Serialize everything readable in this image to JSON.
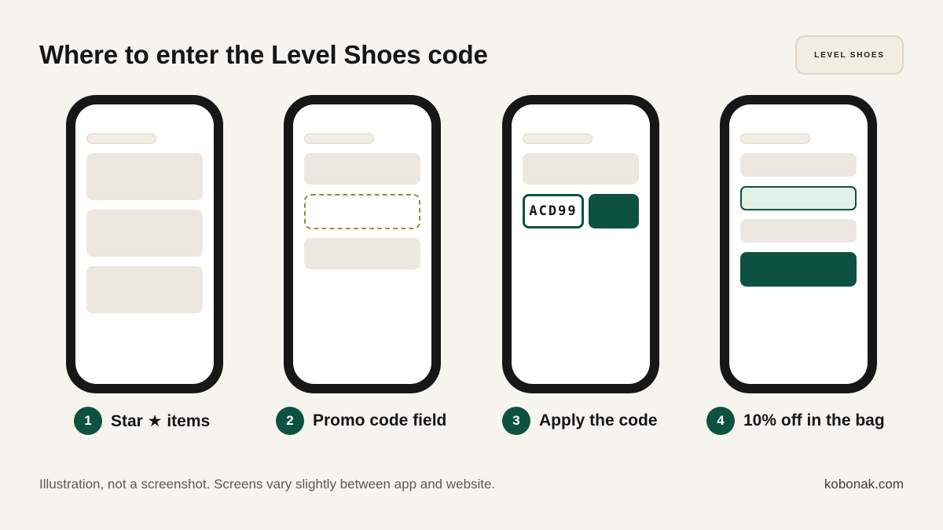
{
  "title": "Where to enter the Level Shoes code",
  "brand_badge": "LEVEL SHOES",
  "phones": {
    "p3": {
      "code_value": "ACD99"
    }
  },
  "steps": [
    {
      "number": "1",
      "label": "Star ★ items"
    },
    {
      "number": "2",
      "label": "Promo code field"
    },
    {
      "number": "3",
      "label": "Apply the code"
    },
    {
      "number": "4",
      "label": "10% off in the bag"
    }
  ],
  "footer": {
    "note": "Illustration, not a screenshot. Screens vary slightly between app and website.",
    "site": "kobonak.com"
  },
  "colors": {
    "background": "#f6f4ef",
    "accent_green": "#0d5240",
    "promo_dashed": "#a08540",
    "placeholder": "#ece8df",
    "phone_frame": "#171717"
  }
}
